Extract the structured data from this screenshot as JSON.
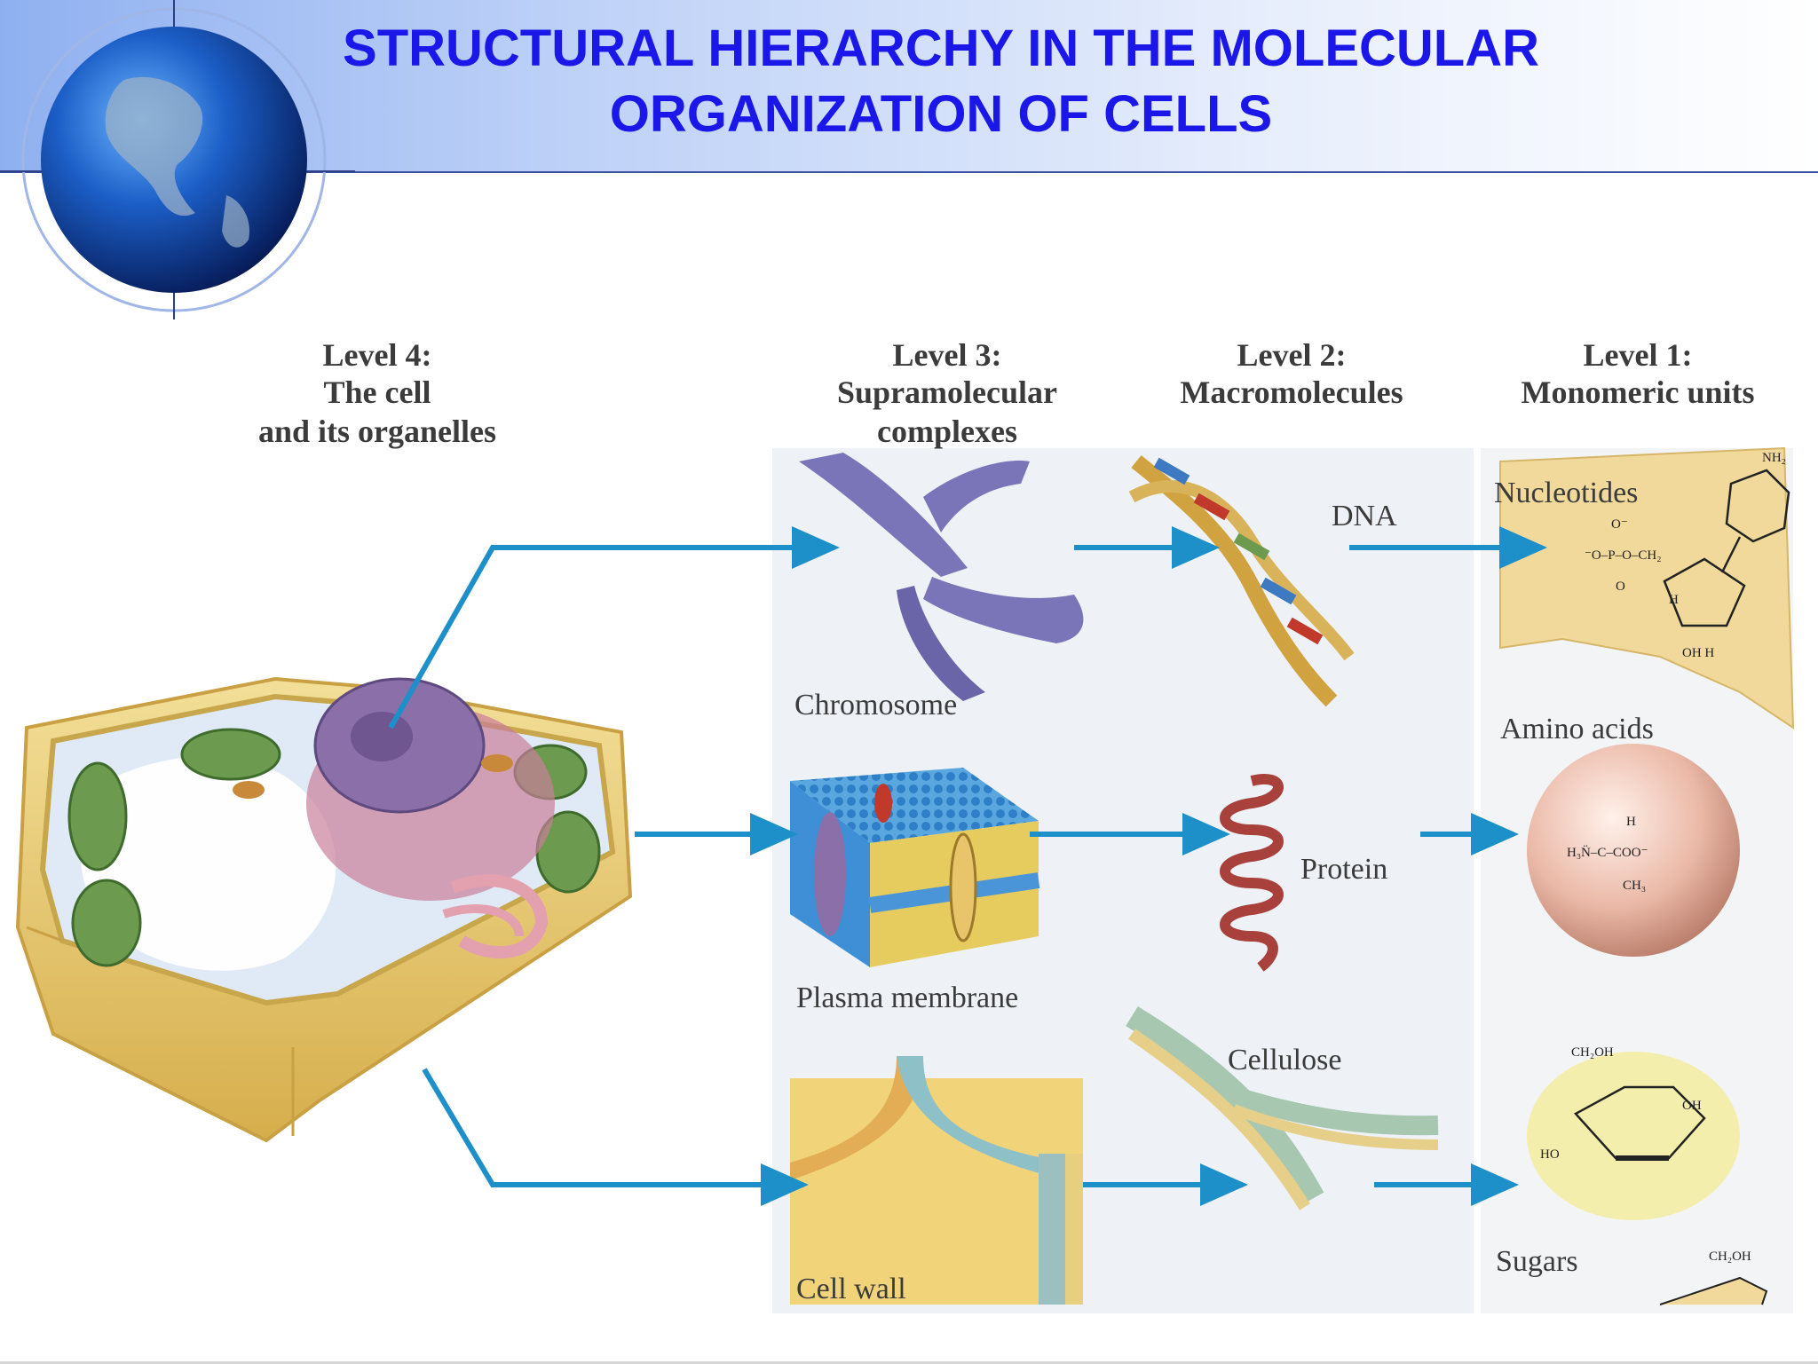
{
  "title": "STRUCTURAL HIERARCHY IN THE MOLECULAR\nORGANIZATION OF CELLS",
  "levels": {
    "level4": [
      "Level 4:",
      "The cell",
      "and its organelles"
    ],
    "level3": [
      "Level 3:",
      "Supramolecular",
      "complexes"
    ],
    "level2": [
      "Level 2:",
      "Macromolecules"
    ],
    "level1": [
      "Level 1:",
      "Monomeric units"
    ]
  },
  "items": {
    "chromosome": "Chromosome",
    "plasma_membrane": "Plasma membrane",
    "cell_wall": "Cell wall",
    "dna": "DNA",
    "protein": "Protein",
    "cellulose": "Cellulose",
    "nucleotides": "Nucleotides",
    "amino_acids": "Amino acids",
    "sugars": "Sugars"
  },
  "chem": {
    "nh2": "NH₂",
    "phosphate": "⁻O–P–O–CH₂",
    "o_minus": "O⁻",
    "o": "O",
    "oh_h": "OH  H",
    "h": "H",
    "amino_top": "H",
    "amino_mid": "H₃N̈–C–COO⁻",
    "amino_bottom": "CH₃",
    "ch2oh": "CH₂OH",
    "oh": "OH",
    "ho": "HO"
  },
  "colors": {
    "title": "#1a17e8",
    "arrow": "#1d8fc9",
    "cell_wall": "#e9c96a",
    "chloroplast": "#6c9a4e",
    "nucleus": "#8a6fa8",
    "chromosome": "#7a74b8"
  }
}
